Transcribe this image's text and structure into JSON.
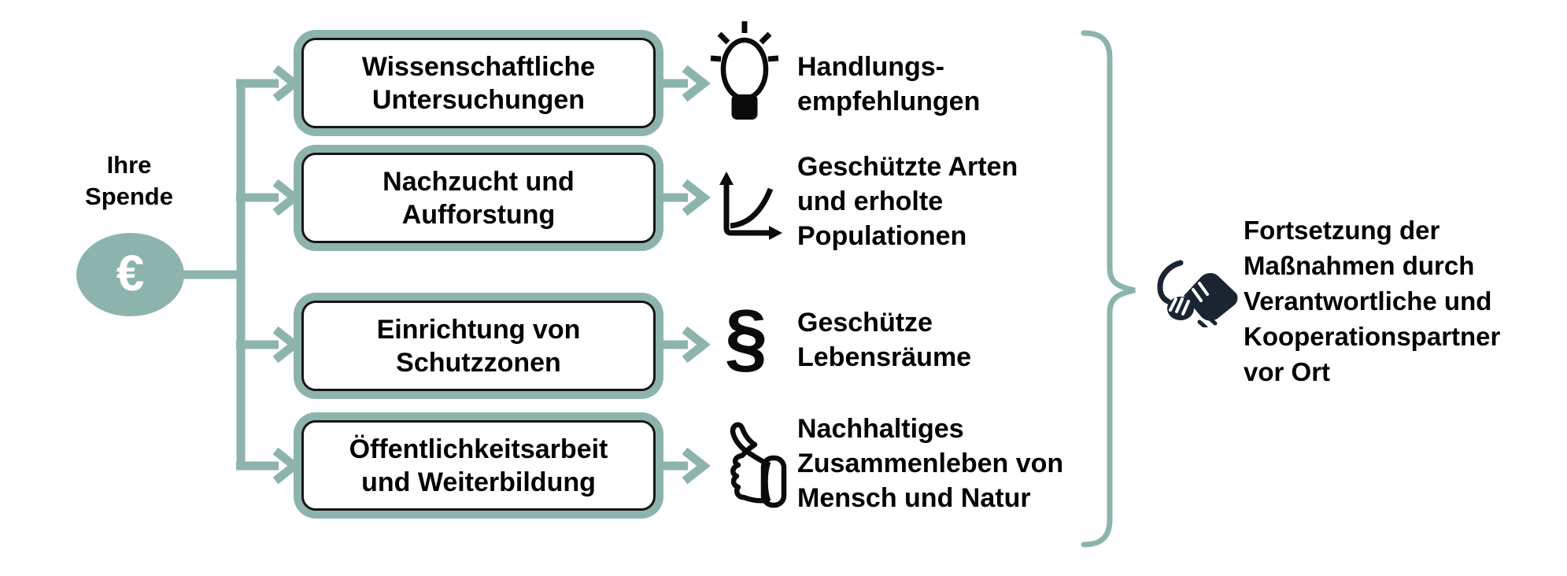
{
  "colors": {
    "teal": "#8DB4AC",
    "dark": "#1A2531",
    "text": "#000000"
  },
  "source": {
    "label": [
      "Ihre",
      "Spende"
    ],
    "currency_symbol": "€"
  },
  "rows": [
    {
      "box_label": [
        "Wissenschaftliche",
        "Untersuchungen"
      ],
      "icon": "lightbulb-icon",
      "outcome": [
        "Handlungs-",
        "empfehlungen"
      ]
    },
    {
      "box_label": [
        "Nachzucht und",
        "Aufforstung"
      ],
      "icon": "growth-chart-icon",
      "outcome": [
        "Geschützte Arten",
        "und erholte",
        "Populationen"
      ]
    },
    {
      "box_label": [
        "Einrichtung von",
        "Schutzzonen"
      ],
      "icon": "paragraph-sign-icon",
      "paragraph_glyph": "§",
      "outcome": [
        "Geschütze",
        "Lebensräume"
      ]
    },
    {
      "box_label": [
        "Öffentlichkeitsarbeit",
        "und Weiterbildung"
      ],
      "icon": "thumbs-up-icon",
      "outcome": [
        "Nachhaltiges",
        "Zusammenleben von",
        "Mensch und Natur"
      ]
    }
  ],
  "conclusion": {
    "icon": "handshake-icon",
    "text": [
      "Fortsetzung der",
      "Maßnahmen durch",
      "Verantwortliche und",
      "Kooperationspartner",
      "vor Ort"
    ]
  }
}
